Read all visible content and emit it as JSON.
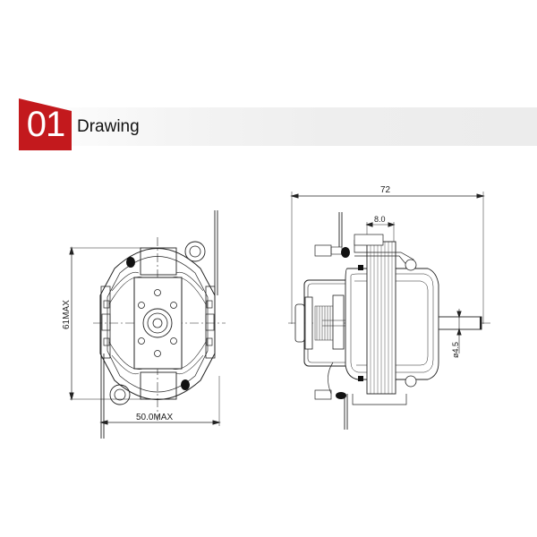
{
  "header": {
    "section_number": "01",
    "section_title": "Drawing",
    "accent_color": "#c3191d",
    "strip_color": "#eeeeee"
  },
  "front_view": {
    "height_dimension": "61MAX",
    "width_dimension": "50.0MAX"
  },
  "side_view": {
    "overall_length_dimension": "72",
    "stack_dimension": "8.0",
    "shaft_diameter_dimension": "ø4.5"
  }
}
